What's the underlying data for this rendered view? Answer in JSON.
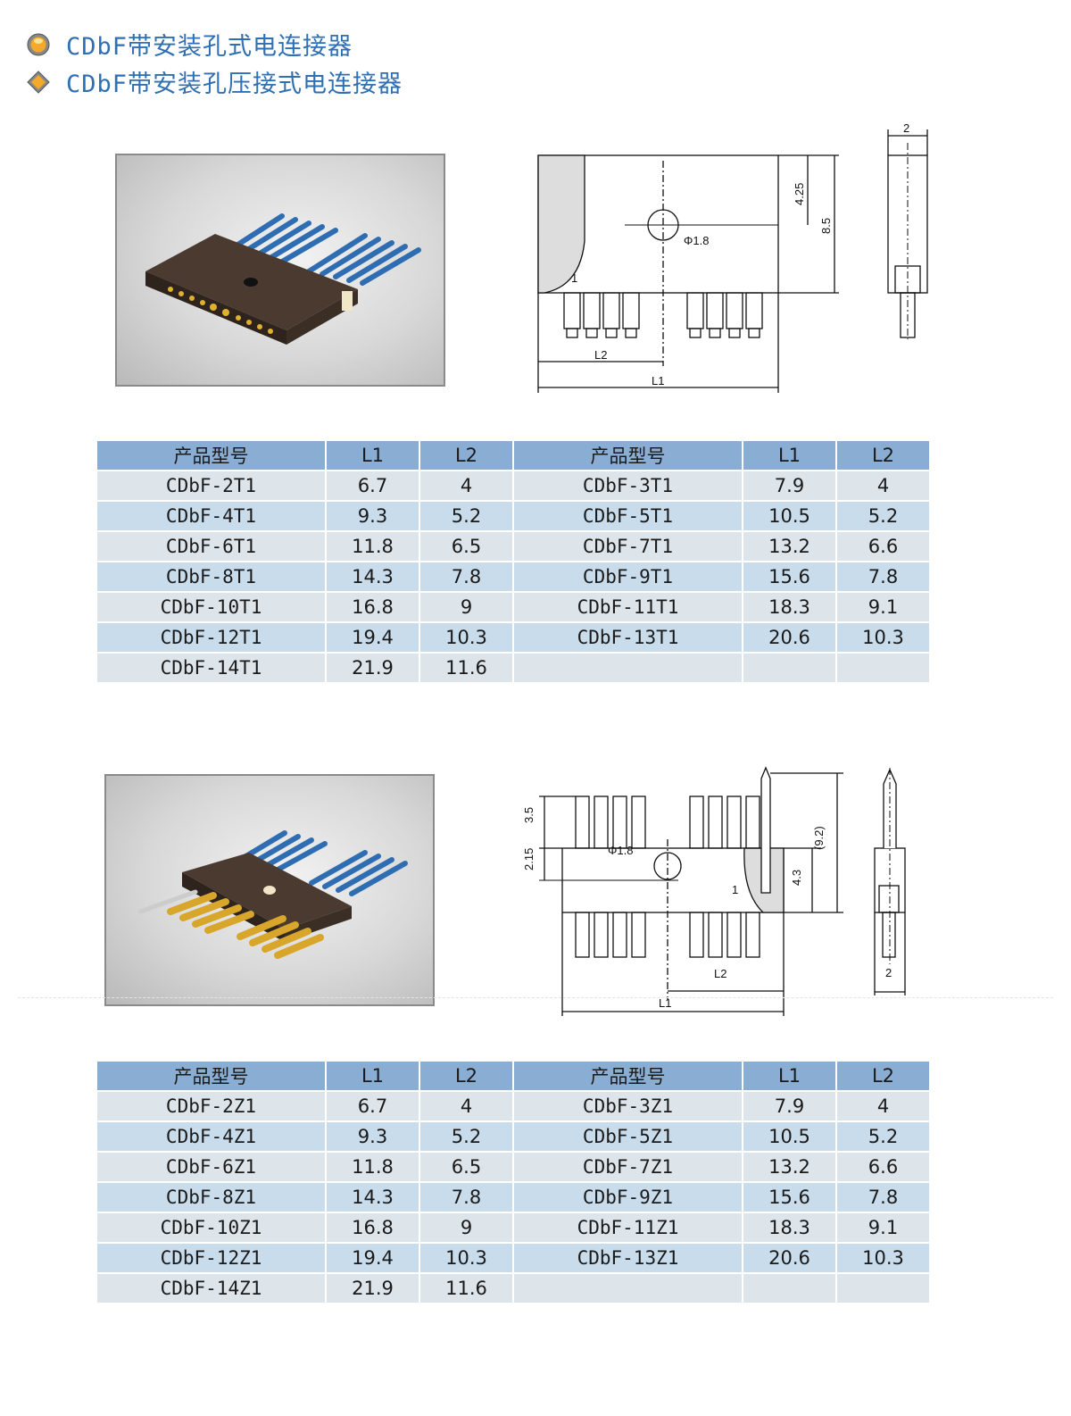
{
  "headings": [
    "CDbF带安装孔式电连接器",
    "CDbF带安装孔压接式电连接器"
  ],
  "colors": {
    "heading": "#2f6fb3",
    "table_header": "#8aadd4",
    "row_a": "#dde4ea",
    "row_b": "#c8dcec"
  },
  "drawing1": {
    "dim_top": "2",
    "dim_425": "4.25",
    "dim_85": "8.5",
    "hole": "Φ1.8",
    "l2": "L2",
    "l1": "L1",
    "mark": "1"
  },
  "drawing2": {
    "dim_35": "3.5",
    "dim_215": "2.15",
    "hole": "Φ1.8",
    "dim_43": "4.3",
    "dim_92": "(9.2)",
    "l2": "L2",
    "l1": "L1",
    "side": "2",
    "mark": "1"
  },
  "table1": {
    "headers": [
      "产品型号",
      "L1",
      "L2",
      "产品型号",
      "L1",
      "L2"
    ],
    "rows": [
      [
        "CDbF-2T1",
        "6.7",
        "4",
        "CDbF-3T1",
        "7.9",
        "4"
      ],
      [
        "CDbF-4T1",
        "9.3",
        "5.2",
        "CDbF-5T1",
        "10.5",
        "5.2"
      ],
      [
        "CDbF-6T1",
        "11.8",
        "6.5",
        "CDbF-7T1",
        "13.2",
        "6.6"
      ],
      [
        "CDbF-8T1",
        "14.3",
        "7.8",
        "CDbF-9T1",
        "15.6",
        "7.8"
      ],
      [
        "CDbF-10T1",
        "16.8",
        "9",
        "CDbF-11T1",
        "18.3",
        "9.1"
      ],
      [
        "CDbF-12T1",
        "19.4",
        "10.3",
        "CDbF-13T1",
        "20.6",
        "10.3"
      ],
      [
        "CDbF-14T1",
        "21.9",
        "11.6",
        "",
        "",
        ""
      ]
    ]
  },
  "table2": {
    "headers": [
      "产品型号",
      "L1",
      "L2",
      "产品型号",
      "L1",
      "L2"
    ],
    "rows": [
      [
        "CDbF-2Z1",
        "6.7",
        "4",
        "CDbF-3Z1",
        "7.9",
        "4"
      ],
      [
        "CDbF-4Z1",
        "9.3",
        "5.2",
        "CDbF-5Z1",
        "10.5",
        "5.2"
      ],
      [
        "CDbF-6Z1",
        "11.8",
        "6.5",
        "CDbF-7Z1",
        "13.2",
        "6.6"
      ],
      [
        "CDbF-8Z1",
        "14.3",
        "7.8",
        "CDbF-9Z1",
        "15.6",
        "7.8"
      ],
      [
        "CDbF-10Z1",
        "16.8",
        "9",
        "CDbF-11Z1",
        "18.3",
        "9.1"
      ],
      [
        "CDbF-12Z1",
        "19.4",
        "10.3",
        "CDbF-13Z1",
        "20.6",
        "10.3"
      ],
      [
        "CDbF-14Z1",
        "21.9",
        "11.6",
        "",
        "",
        ""
      ]
    ]
  }
}
